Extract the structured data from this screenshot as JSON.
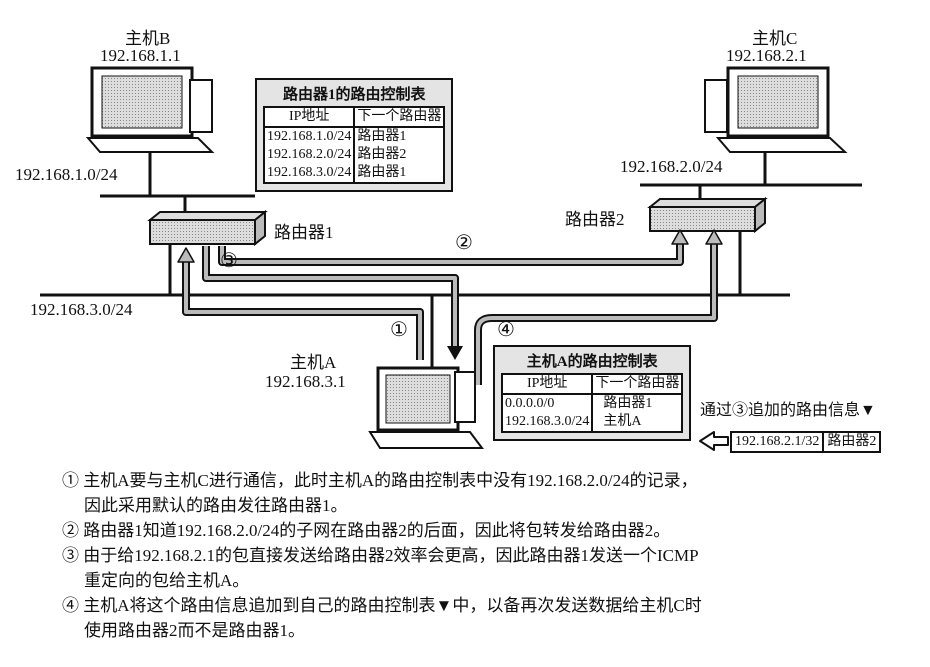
{
  "hosts": {
    "b": {
      "name": "主机B",
      "ip": "192.168.1.1"
    },
    "c": {
      "name": "主机C",
      "ip": "192.168.2.1"
    },
    "a": {
      "name": "主机A",
      "ip": "192.168.3.1"
    }
  },
  "networks": {
    "n1": "192.168.1.0/24",
    "n2": "192.168.2.0/24",
    "n3": "192.168.3.0/24"
  },
  "routers": {
    "r1": "路由器1",
    "r2": "路由器2"
  },
  "steps": {
    "s1": "①",
    "s2": "②",
    "s3": "③",
    "s4": "④"
  },
  "router1_table": {
    "title": "路由器1的路由控制表",
    "col_ip": "IP地址",
    "col_next": "下一个路由器",
    "rows": [
      {
        "ip": "192.168.1.0/24",
        "next": "路由器1"
      },
      {
        "ip": "192.168.2.0/24",
        "next": "路由器2"
      },
      {
        "ip": "192.168.3.0/24",
        "next": "路由器1"
      }
    ]
  },
  "hostA_table": {
    "title": "主机A的路由控制表",
    "col_ip": "IP地址",
    "col_next": "下一个路由器",
    "rows": [
      {
        "ip": "0.0.0.0/0",
        "next": "路由器1"
      },
      {
        "ip": "192.168.3.0/24",
        "next": "主机A"
      }
    ]
  },
  "added_route": {
    "label": "通过③追加的路由信息▼",
    "ip": "192.168.2.1/32",
    "next": "路由器2"
  },
  "notes": [
    {
      "l1": "① 主机A要与主机C进行通信，此时主机A的路由控制表中没有192.168.2.0/24的记录，",
      "l2": "因此采用默认的路由发往路由器1。"
    },
    {
      "l1": "② 路由器1知道192.168.2.0/24的子网在路由器2的后面，因此将包转发给路由器2。"
    },
    {
      "l1": "③ 由于给192.168.2.1的包直接发送给路由器2效率会更高，因此路由器1发送一个ICMP",
      "l2": "重定向的包给主机A。"
    },
    {
      "l1": "④ 主机A将这个路由信息追加到自己的路由控制表▼中，以备再次发送数据给主机C时",
      "l2": "使用路由器2而不是路由器1。"
    }
  ]
}
